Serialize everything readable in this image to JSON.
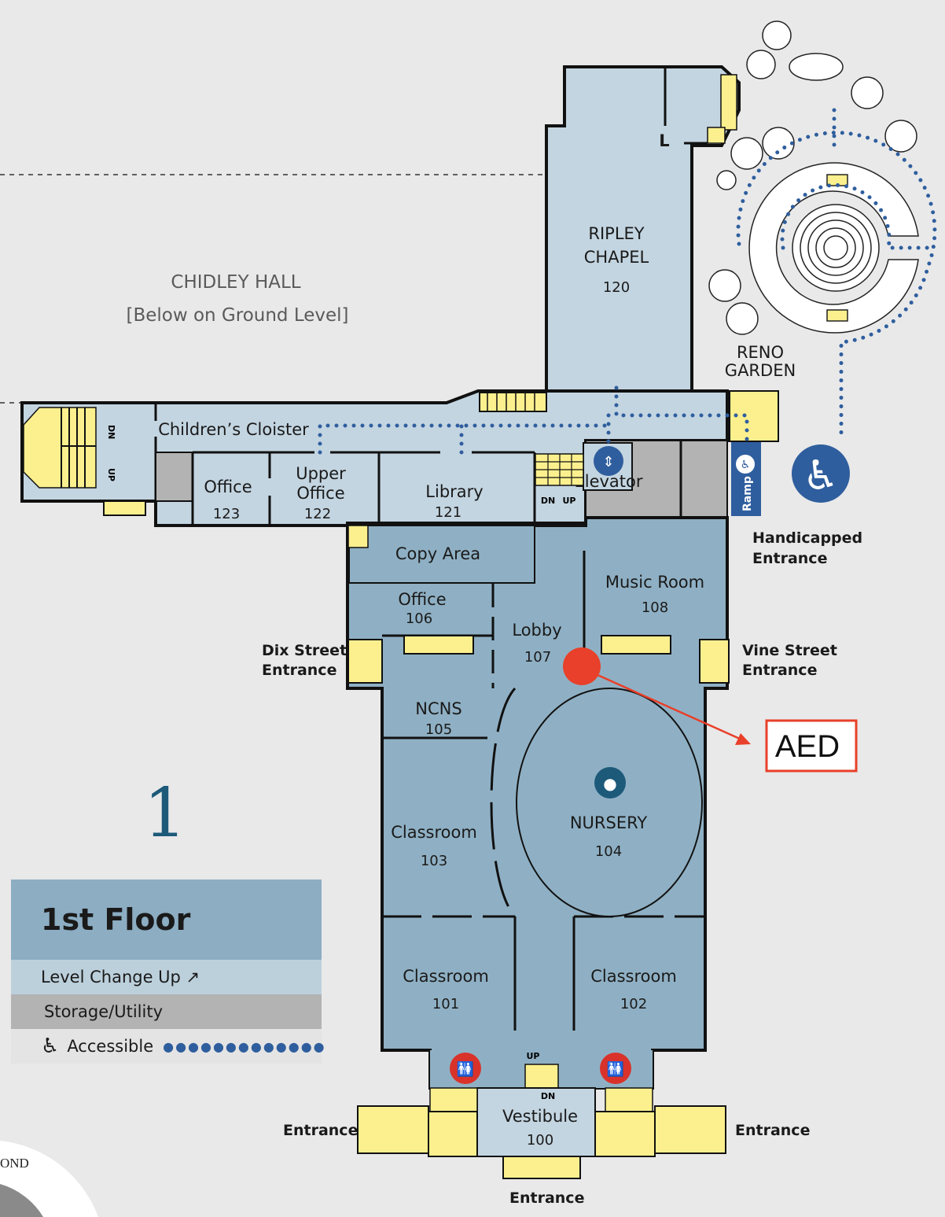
{
  "map": {
    "floor_number": "1",
    "chidley_hall": {
      "name": "CHIDLEY HALL",
      "note": "[Below on Ground Level]"
    },
    "reno_garden": [
      "RENO",
      "GARDEN"
    ],
    "partial_label": "OND",
    "rooms": {
      "chapel": {
        "name1": "RIPLEY",
        "name2": "CHAPEL",
        "number": "120",
        "mark": "L"
      },
      "cloister": {
        "name": "Children’s Cloister"
      },
      "office123": {
        "name": "Office",
        "number": "123"
      },
      "office122": {
        "name1": "Upper",
        "name2": "Office",
        "number": "122"
      },
      "library": {
        "name": "Library",
        "number": "121"
      },
      "elevator": {
        "name": "Elevator"
      },
      "ramp": {
        "name": "Ramp"
      },
      "copy": {
        "name": "Copy Area"
      },
      "office106": {
        "name": "Office",
        "number": "106"
      },
      "lobby": {
        "name": "Lobby",
        "number": "107"
      },
      "music": {
        "name": "Music Room",
        "number": "108"
      },
      "ncns": {
        "name": "NCNS",
        "number": "105"
      },
      "nursery": {
        "name": "NURSERY",
        "number": "104"
      },
      "class103": {
        "name": "Classroom",
        "number": "103"
      },
      "class101": {
        "name": "Classroom",
        "number": "101"
      },
      "class102": {
        "name": "Classroom",
        "number": "102"
      },
      "vestibule": {
        "name": "Vestibule",
        "number": "100"
      }
    },
    "stairs": {
      "dn": "DN",
      "up": "UP"
    },
    "entrances": {
      "dix": [
        "Dix Street",
        "Entrance"
      ],
      "vine": [
        "Vine Street",
        "Entrance"
      ],
      "handicapped": [
        "Handicapped",
        "Entrance"
      ],
      "left": "Entrance",
      "right": "Entrance",
      "bottom": "Entrance"
    },
    "aed": {
      "label": "AED",
      "color": "#e8402a"
    },
    "colors": {
      "room_light": "#c3d5e1",
      "room_mid": "#8fb0c4",
      "storage": "#b3b3b3",
      "stairs": "#fcf08e",
      "accent": "#2f5e9e",
      "restroom": "#d9322b"
    }
  },
  "legend": {
    "title": "1st Floor",
    "level_change": "Level Change Up ↗",
    "storage": "Storage/Utility",
    "accessible": "Accessible",
    "accessible_dots": "●●●●●●●●●●●●●"
  }
}
